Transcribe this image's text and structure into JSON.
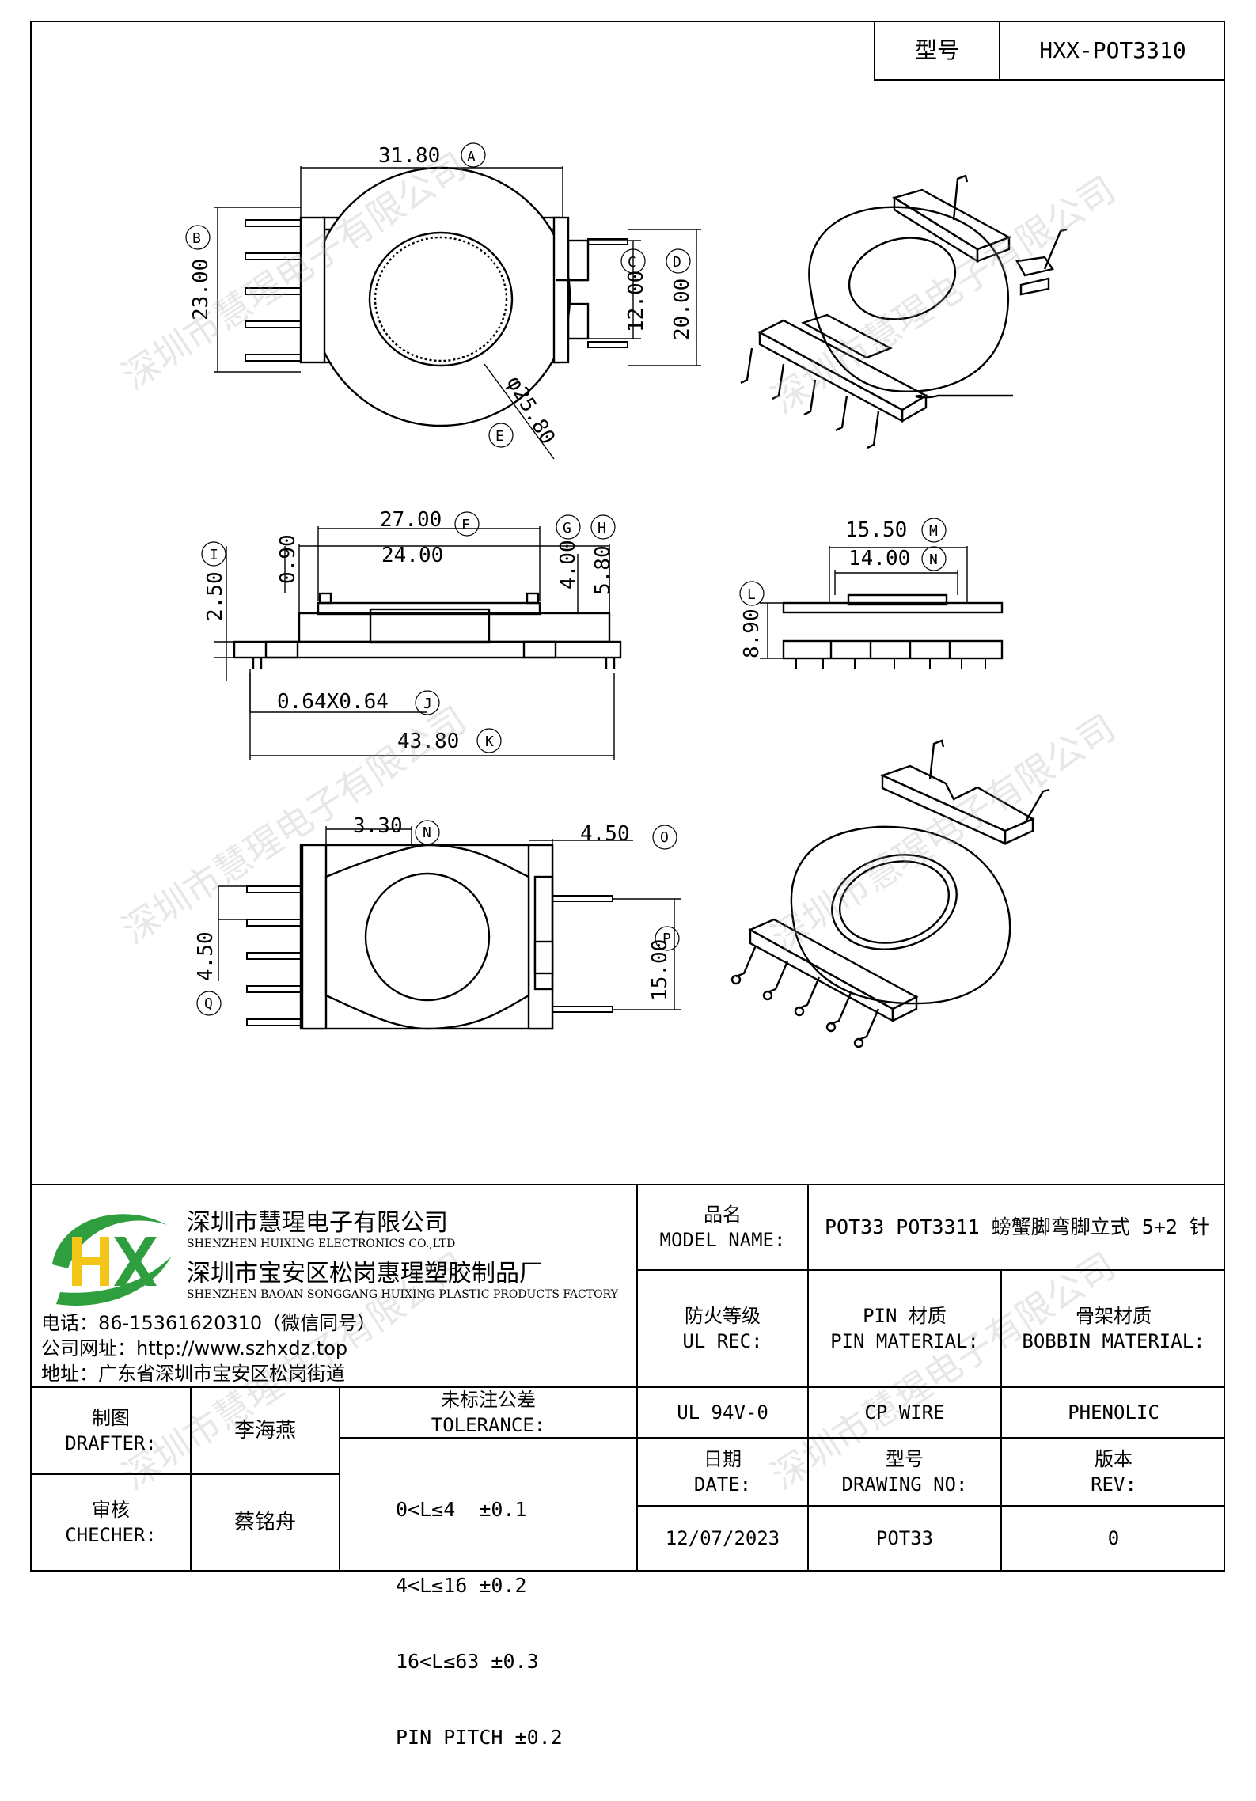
{
  "header": {
    "model_label": "型号",
    "model_value": "HXX-POT3310"
  },
  "drawing": {
    "dims": {
      "A": "31.80",
      "A_tag": "A",
      "B": "23.00",
      "B_tag": "B",
      "C": "12.00",
      "C_tag": "C",
      "D": "20.00",
      "D_tag": "D",
      "E": "φ25.80",
      "E_tag": "E",
      "F": "27.00",
      "F_tag": "F",
      "inner_width": "24.00",
      "G": "4.00",
      "G_tag": "G",
      "H": "5.80",
      "H_tag": "H",
      "I": "2.50",
      "I_tag": "I",
      "flange": "0.90",
      "J": "0.64X0.64",
      "J_tag": "J",
      "K": "43.80",
      "K_tag": "K",
      "M": "15.50",
      "M_tag": "M",
      "N": "14.00",
      "N_tag": "N",
      "L": "8.90",
      "L_tag": "L",
      "N2": "3.30",
      "N2_tag": "N",
      "O": "4.50",
      "O_tag": "O",
      "P": "15.00",
      "P_tag": "P",
      "Q": "4.50",
      "Q_tag": "Q"
    },
    "watermark": "深圳市慧瑆电子有限公司"
  },
  "company": {
    "logo_text": "HX",
    "logo_colors": {
      "green": "#2e9e3e",
      "yellow": "#f2c518",
      "blue": "#1f6fb5"
    },
    "name_cn": "深圳市慧瑆电子有限公司",
    "name_en": "SHENZHEN HUIXING ELECTRONICS CO.,LTD",
    "factory_cn": "深圳市宝安区松岗惠瑆塑胶制品厂",
    "factory_en": "SHENZHEN BAOAN SONGGANG HUIXING PLASTIC PRODUCTS FACTORY",
    "phone": "电话：86-15361620310（微信同号）",
    "website": "公司网址：http://www.szhxdz.top",
    "address": "地址：广东省深圳市宝安区松岗街道"
  },
  "title_block": {
    "model_name_cn": "品名",
    "model_name_en": "MODEL NAME:",
    "model_name_value": "POT33 POT3311 螃蟹脚弯脚立式 5+2 针",
    "ul_cn": "防火等级",
    "ul_en": "UL REC:",
    "pin_cn": "PIN 材质",
    "pin_en": "PIN MATERIAL:",
    "bobbin_cn": "骨架材质",
    "bobbin_en": "BOBBIN MATERIAL:",
    "ul_value": "UL 94V-0",
    "pin_value": "CP WIRE",
    "bobbin_value": "PHENOLIC",
    "drafter_cn": "制图",
    "drafter_en": "DRAFTER:",
    "drafter_name": "李海燕",
    "checker_cn": "审核",
    "checker_en": "CHECHER:",
    "checker_name": "蔡铭舟",
    "tolerance_cn": "未标注公差",
    "tolerance_en": "TOLERANCE:",
    "tolerances": [
      "0<L≤4  ±0.1",
      "4<L≤16 ±0.2",
      "16<L≤63 ±0.3",
      "PIN PITCH ±0.2"
    ],
    "date_cn": "日期",
    "date_en": "DATE:",
    "drawing_no_cn": "型号",
    "drawing_no_en": "DRAWING NO:",
    "rev_cn": "版本",
    "rev_en": "REV:",
    "date_value": "12/07/2023",
    "drawing_no_value": "POT33",
    "rev_value": "0"
  }
}
